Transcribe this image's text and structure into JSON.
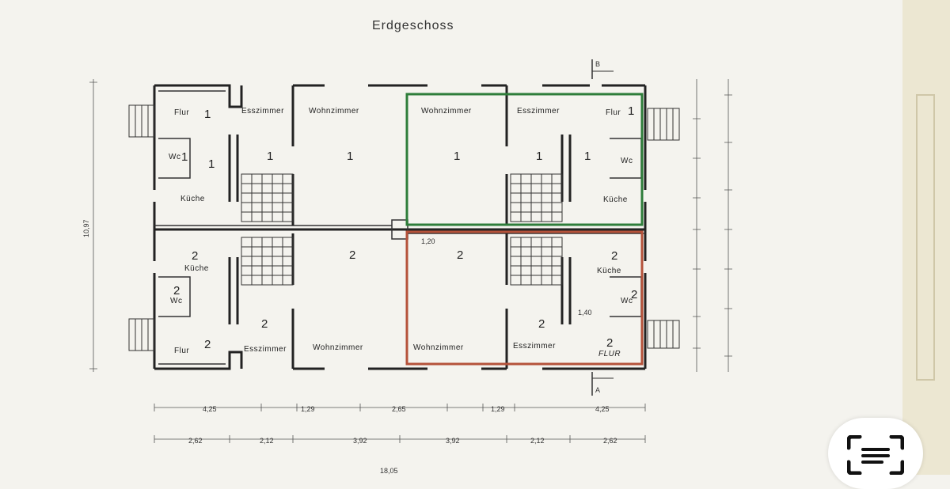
{
  "title": "Erdgeschoss",
  "rooms": {
    "flur": "Flur",
    "esszimmer": "Esszimmer",
    "wohnzimmer": "Wohnzimmer",
    "kueche": "Küche",
    "wc": "Wc",
    "flur_hand": "FLUR"
  },
  "unit_numbers": {
    "one": "1",
    "two": "2"
  },
  "section_marks": {
    "top": "B",
    "bottom": "A"
  },
  "highlight_colors": {
    "green": "#2e7d3a",
    "red": "#b5523a"
  },
  "dimensions": {
    "left_height": "10,97",
    "top_row": [
      "4,25",
      "1,29",
      "2,65",
      "1,29",
      "4,25"
    ],
    "bottom_row": [
      "2,62",
      "2,12",
      "3,92",
      "3,92",
      "2,12",
      "2,62"
    ],
    "bottom_total": "18,05",
    "annotations": [
      "1,40",
      "1,20"
    ]
  },
  "scan_icon": "text-scan-icon"
}
